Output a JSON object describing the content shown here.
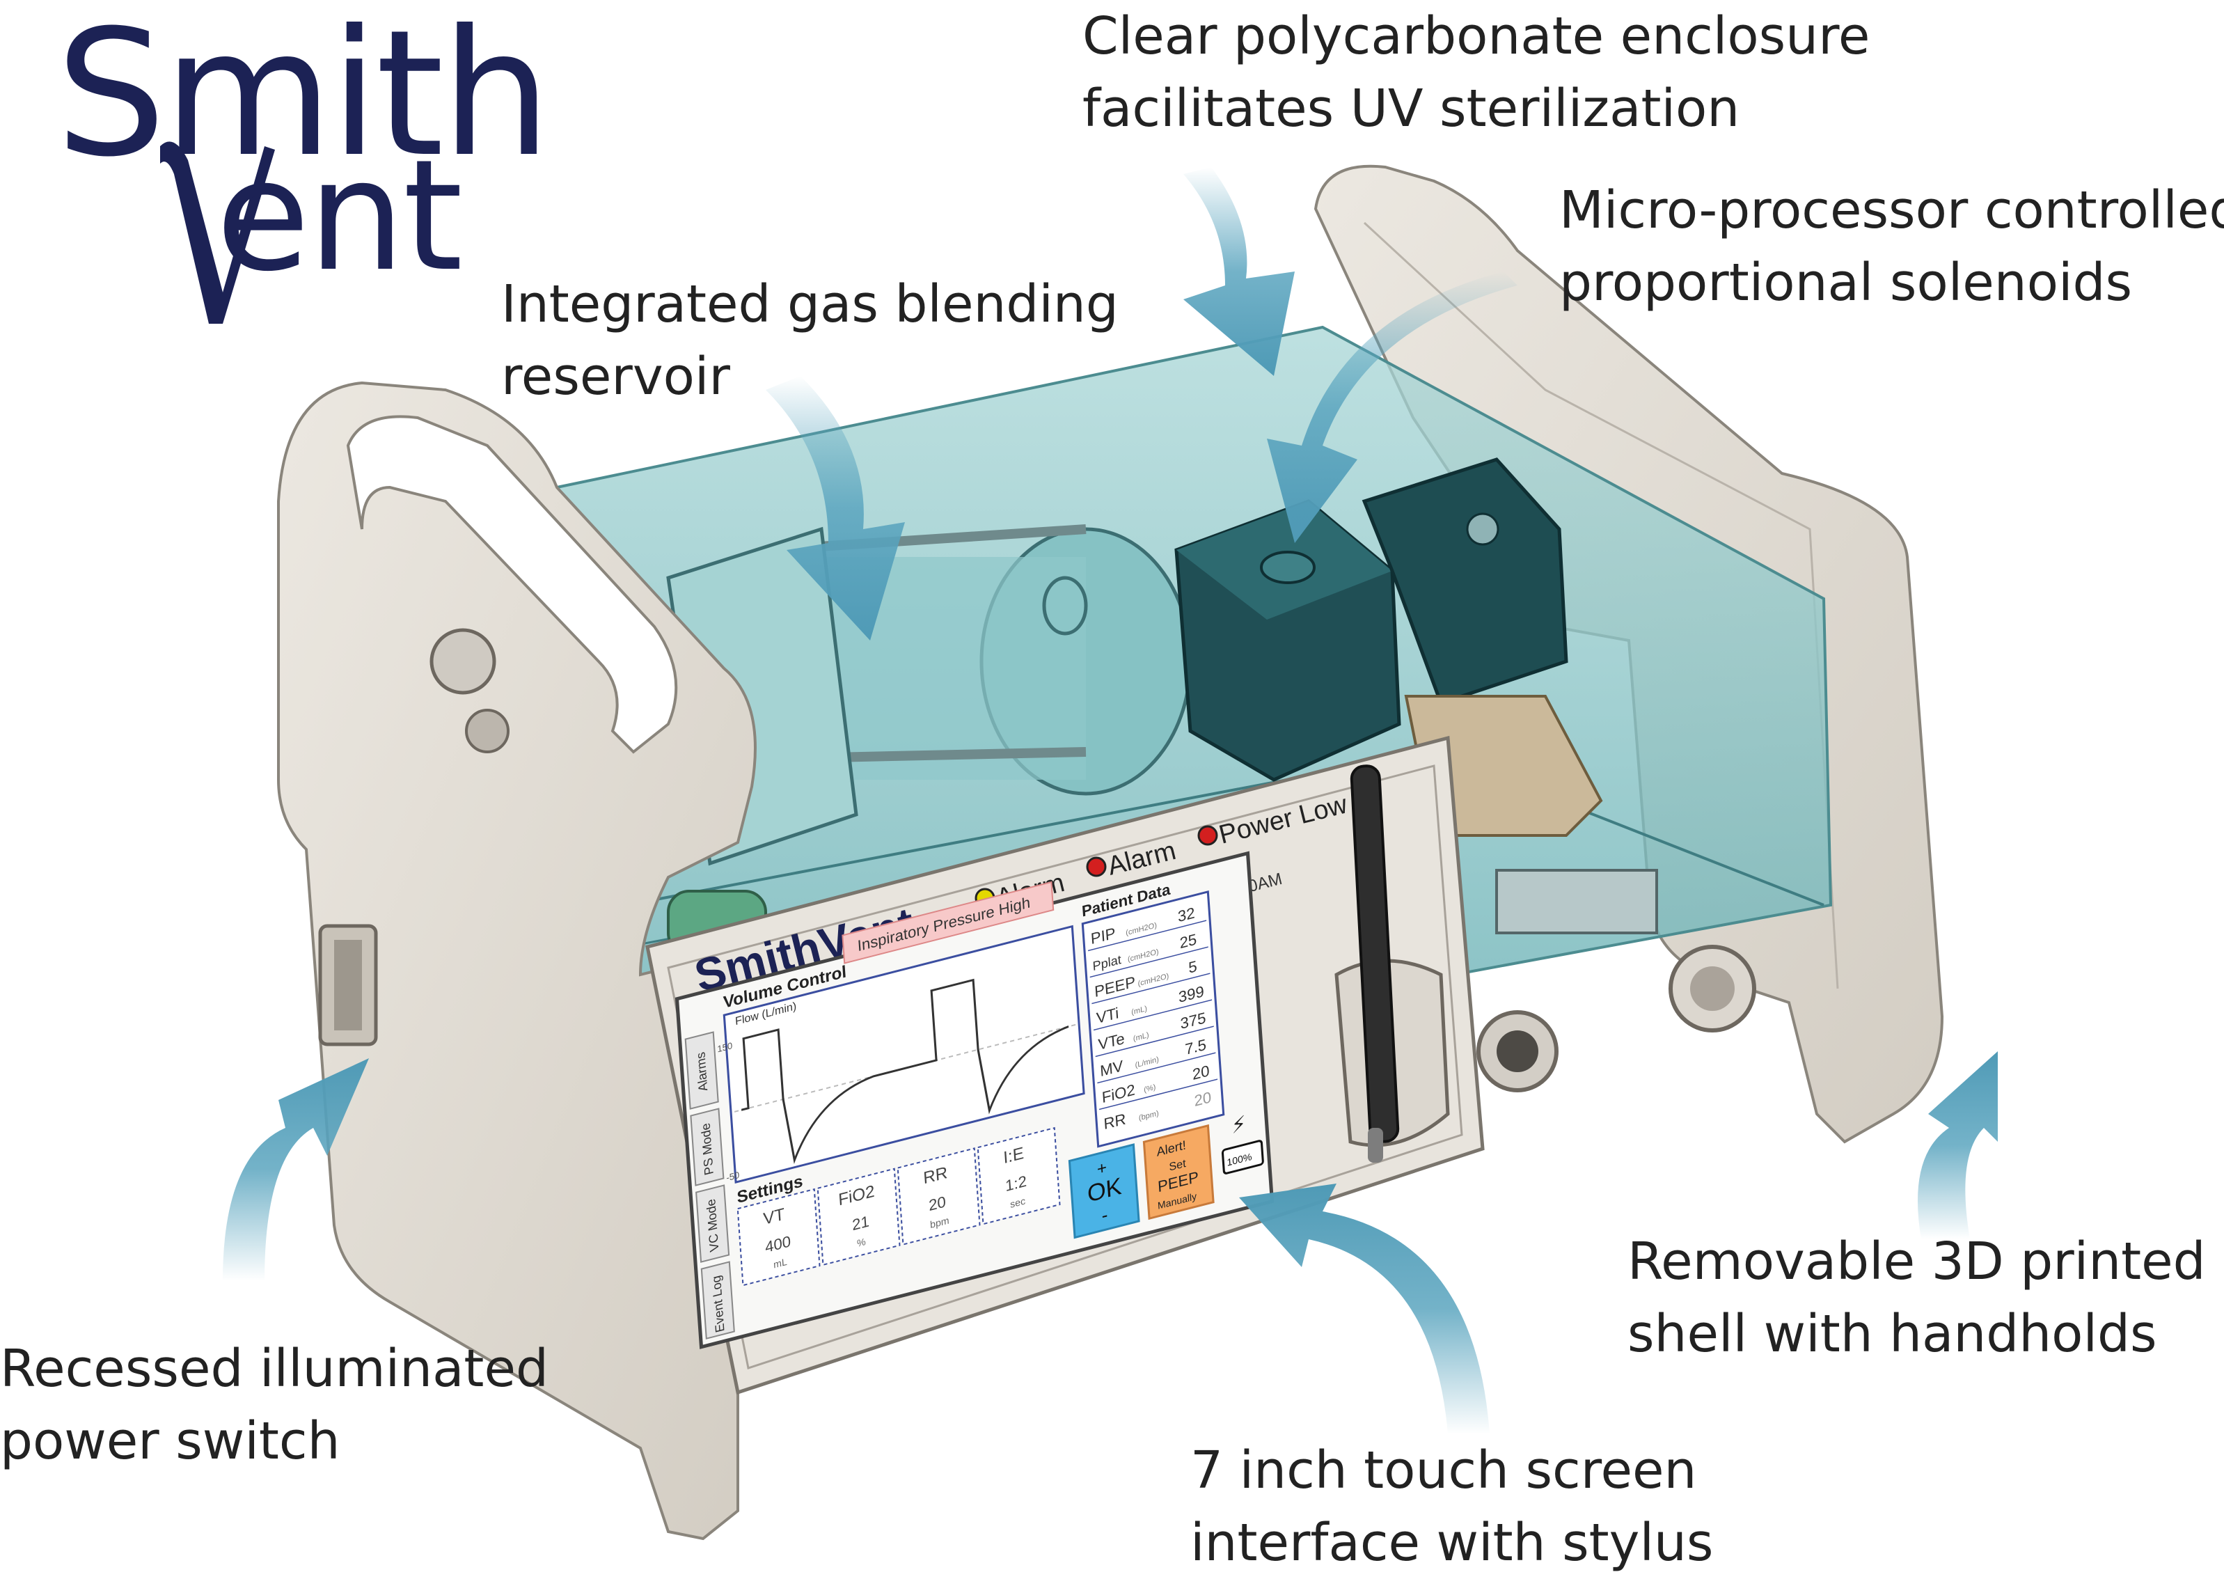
{
  "logo": {
    "line1": "Smith",
    "line2": "ent"
  },
  "callouts": {
    "enclosure": [
      "Clear polycarbonate enclosure",
      "facilitates UV sterilization"
    ],
    "solenoids": [
      "Micro-processor controlled",
      "proportional solenoids"
    ],
    "reservoir": [
      "Integrated gas blending",
      "reservoir"
    ],
    "power_switch": [
      "Recessed illuminated",
      "power switch"
    ],
    "shell": [
      "Removable 3D printed",
      "shell with handholds"
    ],
    "touch_screen": [
      "7 inch touch screen",
      "interface  with stylus"
    ]
  },
  "device": {
    "brand": "SmithVent",
    "indicators": [
      {
        "label": "Alarm",
        "color": "#e4d800"
      },
      {
        "label": "Alarm",
        "color": "#d31f1f"
      },
      {
        "label": "Power Low",
        "color": "#d31f1f"
      }
    ],
    "screen": {
      "datetime": "05/01/2020 8:00AM",
      "alert_banner": "Inspiratory Pressure High",
      "mode_title": "Volume Control",
      "plot_title": "Flow (L/min)",
      "plot_ymax": "150",
      "plot_ymin": "-50",
      "side_tabs": [
        "Alarms",
        "PS Mode",
        "VC Mode",
        "Event Log"
      ],
      "patient_data_title": "Patient Data",
      "patient_data": [
        {
          "label": "PIP",
          "unit": "(cmH2O)",
          "value": "32"
        },
        {
          "label": "Pplat",
          "unit": "(cmH2O)",
          "value": "25"
        },
        {
          "label": "PEEP",
          "unit": "(cmH2O)",
          "value": "5"
        },
        {
          "label": "VTi",
          "unit": "(mL)",
          "value": "399"
        },
        {
          "label": "VTe",
          "unit": "(mL)",
          "value": "375"
        },
        {
          "label": "MV",
          "unit": "(L/min)",
          "value": "7.5"
        },
        {
          "label": "FiO2",
          "unit": "(%)",
          "value": "20"
        },
        {
          "label": "RR",
          "unit": "(bpm)",
          "value": "20"
        }
      ],
      "settings_title": "Settings",
      "settings": [
        {
          "label": "VT",
          "value": "400",
          "unit": "mL"
        },
        {
          "label": "FiO2",
          "value": "21",
          "unit": "%"
        },
        {
          "label": "RR",
          "value": "20",
          "unit": "bpm"
        },
        {
          "label": "I:E",
          "value": "1:2",
          "unit": "sec"
        }
      ],
      "ok_button": {
        "plus": "+",
        "label": "OK",
        "minus": "-"
      },
      "alert_button": [
        "Alert!",
        "Set",
        "PEEP",
        "Manually"
      ],
      "battery": "100%"
    }
  },
  "colors": {
    "arrow": "#5ba5bf",
    "shell": "#e3ded6",
    "enclosure": "#8ec7c7",
    "logo": "#1c2255",
    "alert_banner": "#f7c9c9",
    "ok_button": "#4ab3e6",
    "alert_button": "#f6a962"
  }
}
